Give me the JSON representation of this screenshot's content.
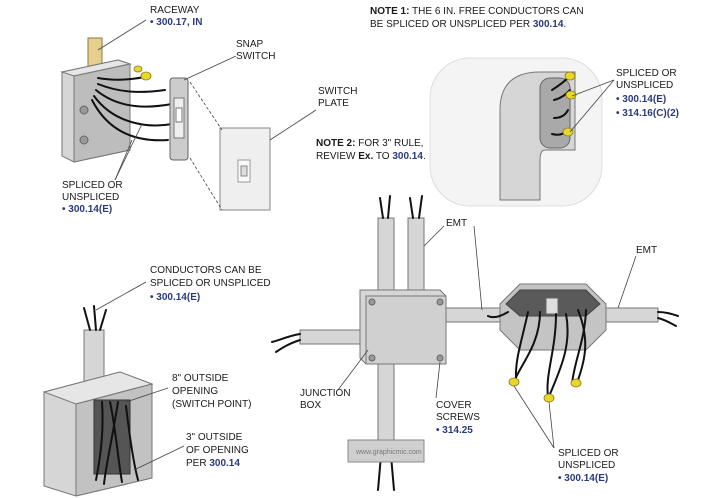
{
  "labels": {
    "raceway": {
      "line1": "RACEWAY",
      "line2": "• 300.17, IN"
    },
    "snap_switch": {
      "line1": "SNAP",
      "line2": "SWITCH"
    },
    "switch_plate": {
      "line1": "SWITCH",
      "line2": "PLATE"
    },
    "note1": {
      "line1_bold": "NOTE 1:",
      "line1_rest": " THE 6 IN. FREE CONDUCTORS CAN",
      "line2_pre": "BE SPLICED OR UNSPLICED PER ",
      "line2_ref": "300.14",
      "line2_post": "."
    },
    "spliced_top_right": {
      "line1": "SPLICED OR",
      "line2": "UNSPLICED",
      "ref1": "• 300.14(E)",
      "ref2": "• 314.16(C)(2)"
    },
    "note2": {
      "line1_bold": "NOTE 2:",
      "line1_rest": " FOR 3\" RULE,",
      "line2_pre": "REVIEW ",
      "line2_ex": "Ex.",
      "line2_mid": " TO ",
      "line2_ref": "300.14",
      "line2_post": "."
    },
    "spliced_left": {
      "line1": "SPLICED OR",
      "line2": "UNSPLICED",
      "ref": "• 300.14(E)"
    },
    "emt_mid": "EMT",
    "emt_right": "EMT",
    "conductors": {
      "line1": "CONDUCTORS CAN BE",
      "line2": "SPLICED OR UNSPLICED",
      "ref": "• 300.14(E)"
    },
    "outside8": {
      "line1": "8\" OUTSIDE",
      "line2": "OPENING",
      "line3": "(SWITCH POINT)"
    },
    "outside3": {
      "line1": "3\" OUTSIDE",
      "line2": "OF OPENING",
      "line3_pre": "PER ",
      "line3_ref": "300.14"
    },
    "junction_box": {
      "line1": "JUNCTION",
      "line2": "BOX"
    },
    "cover_screws": {
      "line1": "COVER",
      "line2": "SCREWS",
      "ref": "• 314.25"
    },
    "spliced_bottom": {
      "line1": "SPLICED OR",
      "line2": "UNSPLICED",
      "ref": "• 300.14(E)"
    },
    "watermark": "www.graphicmic.com"
  }
}
